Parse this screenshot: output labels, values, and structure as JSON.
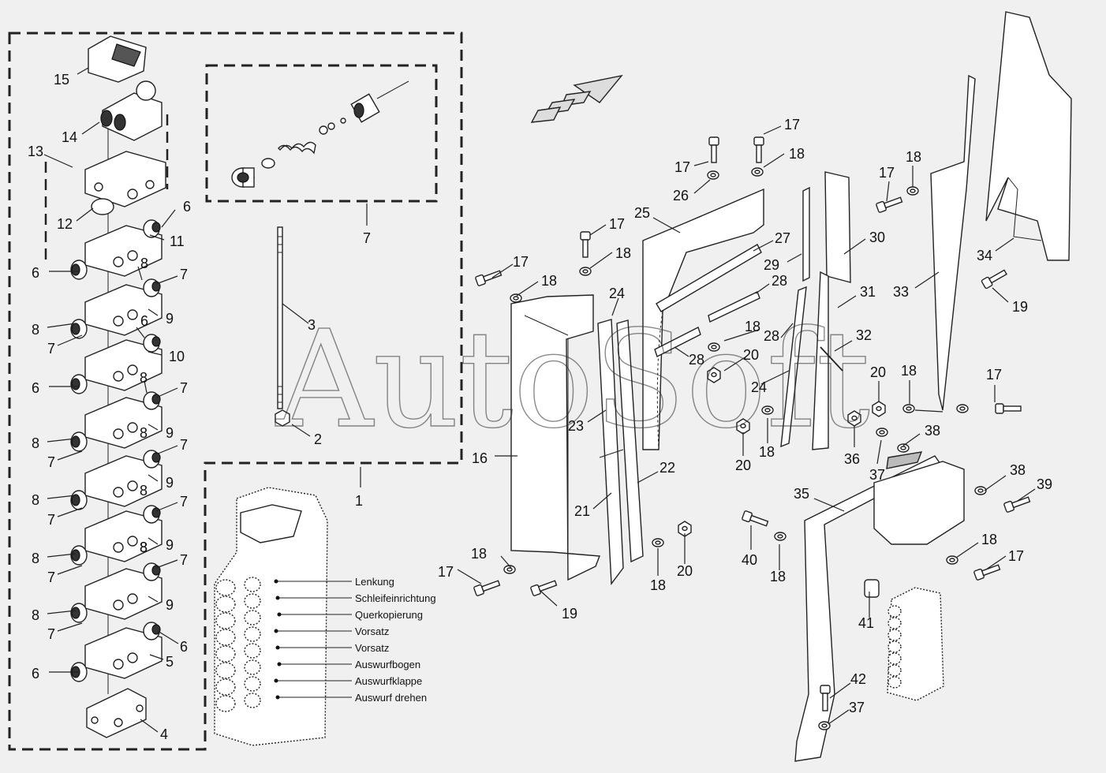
{
  "watermark": "AutoSoft",
  "legend": {
    "items": [
      "Lenkung",
      "Schleifeinrichtung",
      "Querkopierung",
      "Vorsatz",
      "Vorsatz",
      "Auswurfbogen",
      "Auswurfklappe",
      "Auswurf drehen"
    ]
  },
  "callouts": [
    {
      "id": "c15",
      "text": "15"
    },
    {
      "id": "c14",
      "text": "14"
    },
    {
      "id": "c13",
      "text": "13"
    },
    {
      "id": "c12",
      "text": "12"
    },
    {
      "id": "c6a",
      "text": "6"
    },
    {
      "id": "c11",
      "text": "11"
    },
    {
      "id": "c6b",
      "text": "6"
    },
    {
      "id": "c8a",
      "text": "8"
    },
    {
      "id": "c7a",
      "text": "7"
    },
    {
      "id": "c9a",
      "text": "9"
    },
    {
      "id": "c8b",
      "text": "8"
    },
    {
      "id": "c7b",
      "text": "7"
    },
    {
      "id": "c6c",
      "text": "6"
    },
    {
      "id": "c10",
      "text": "10"
    },
    {
      "id": "c6d",
      "text": "6"
    },
    {
      "id": "c8c",
      "text": "8"
    },
    {
      "id": "c7c",
      "text": "7"
    },
    {
      "id": "c8d",
      "text": "8"
    },
    {
      "id": "c9b",
      "text": "9"
    },
    {
      "id": "c8e",
      "text": "8"
    },
    {
      "id": "c7d",
      "text": "7"
    },
    {
      "id": "c7e",
      "text": "7"
    },
    {
      "id": "c8f",
      "text": "8"
    },
    {
      "id": "c9c",
      "text": "9"
    },
    {
      "id": "c8g",
      "text": "8"
    },
    {
      "id": "c7f",
      "text": "7"
    },
    {
      "id": "c8h",
      "text": "8"
    },
    {
      "id": "c7g",
      "text": "7"
    },
    {
      "id": "c8i",
      "text": "8"
    },
    {
      "id": "c9d",
      "text": "9"
    },
    {
      "id": "c8j",
      "text": "8"
    },
    {
      "id": "c7h",
      "text": "7"
    },
    {
      "id": "c7i",
      "text": "7"
    },
    {
      "id": "c9e",
      "text": "9"
    },
    {
      "id": "c8k",
      "text": "8"
    },
    {
      "id": "c7j",
      "text": "7"
    },
    {
      "id": "c6e",
      "text": "6"
    },
    {
      "id": "c5",
      "text": "5"
    },
    {
      "id": "c6f",
      "text": "6"
    },
    {
      "id": "c4",
      "text": "4"
    },
    {
      "id": "c7main",
      "text": "7"
    },
    {
      "id": "c3",
      "text": "3"
    },
    {
      "id": "c2",
      "text": "2"
    },
    {
      "id": "c1",
      "text": "1"
    },
    {
      "id": "c17a",
      "text": "17"
    },
    {
      "id": "c18a",
      "text": "18"
    },
    {
      "id": "c16",
      "text": "16"
    },
    {
      "id": "c17b",
      "text": "17"
    },
    {
      "id": "c18b",
      "text": "18"
    },
    {
      "id": "c19a",
      "text": "19"
    },
    {
      "id": "c17c",
      "text": "17"
    },
    {
      "id": "c18c",
      "text": "18"
    },
    {
      "id": "c24a",
      "text": "24"
    },
    {
      "id": "c23",
      "text": "23"
    },
    {
      "id": "c21",
      "text": "21"
    },
    {
      "id": "c22",
      "text": "22"
    },
    {
      "id": "c18d",
      "text": "18"
    },
    {
      "id": "c20a",
      "text": "20"
    },
    {
      "id": "c17d",
      "text": "17"
    },
    {
      "id": "c26",
      "text": "26"
    },
    {
      "id": "c17e",
      "text": "17"
    },
    {
      "id": "c18e",
      "text": "18"
    },
    {
      "id": "c25",
      "text": "25"
    },
    {
      "id": "c27",
      "text": "27"
    },
    {
      "id": "c28a",
      "text": "28"
    },
    {
      "id": "c28b",
      "text": "28"
    },
    {
      "id": "c29",
      "text": "29"
    },
    {
      "id": "c30",
      "text": "30"
    },
    {
      "id": "c28c",
      "text": "28"
    },
    {
      "id": "c18f",
      "text": "18"
    },
    {
      "id": "c20b",
      "text": "20"
    },
    {
      "id": "c24b",
      "text": "24"
    },
    {
      "id": "c31",
      "text": "31"
    },
    {
      "id": "c32",
      "text": "32"
    },
    {
      "id": "c20c",
      "text": "20"
    },
    {
      "id": "c18g",
      "text": "18"
    },
    {
      "id": "c17f",
      "text": "17"
    },
    {
      "id": "c18h",
      "text": "18"
    },
    {
      "id": "c33",
      "text": "33"
    },
    {
      "id": "c34",
      "text": "34"
    },
    {
      "id": "c19b",
      "text": "19"
    },
    {
      "id": "c20d",
      "text": "20"
    },
    {
      "id": "c18i",
      "text": "18"
    },
    {
      "id": "c17g",
      "text": "17"
    },
    {
      "id": "c36",
      "text": "36"
    },
    {
      "id": "c37a",
      "text": "37"
    },
    {
      "id": "c38a",
      "text": "38"
    },
    {
      "id": "c38b",
      "text": "38"
    },
    {
      "id": "c39",
      "text": "39"
    },
    {
      "id": "c35",
      "text": "35"
    },
    {
      "id": "c40",
      "text": "40"
    },
    {
      "id": "c18j",
      "text": "18"
    },
    {
      "id": "c41",
      "text": "41"
    },
    {
      "id": "c18k",
      "text": "18"
    },
    {
      "id": "c17h",
      "text": "17"
    },
    {
      "id": "c42",
      "text": "42"
    },
    {
      "id": "c37b",
      "text": "37"
    }
  ]
}
